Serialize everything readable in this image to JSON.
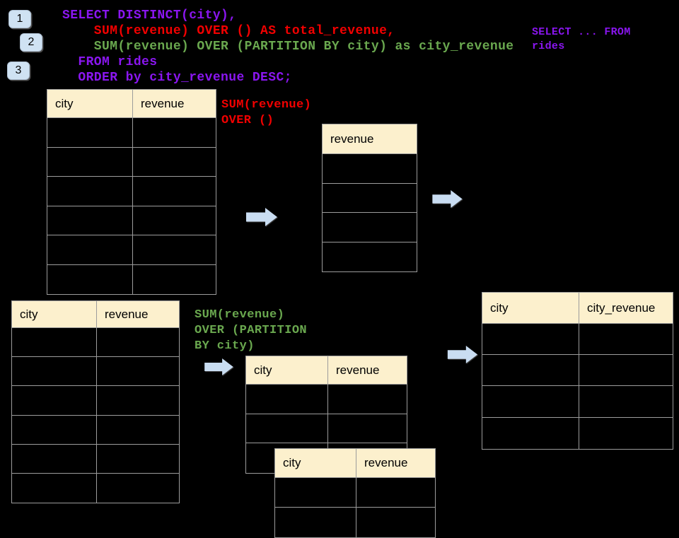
{
  "steps": [
    {
      "number": "1"
    },
    {
      "number": "2"
    },
    {
      "number": "3"
    }
  ],
  "code_block": {
    "line1": "SELECT DISTINCT(city),",
    "line2": "    SUM(revenue) OVER () AS total_revenue,",
    "line3": "    SUM(revenue) OVER (PARTITION BY city) as city_revenue",
    "line4": "  FROM rides",
    "line5": "  ORDER by city_revenue DESC;"
  },
  "side_note": {
    "line1": "SELECT ... FROM",
    "line2": "rides"
  },
  "labels": {
    "total_revenue_fn": {
      "line1": "SUM(revenue)",
      "line2": "OVER ()"
    },
    "city_revenue_fn": {
      "line1": "SUM(revenue)",
      "line2": "OVER (PARTITION",
      "line3": "BY city)"
    }
  },
  "tables": {
    "source_top": {
      "headers": {
        "0": "city",
        "1": "revenue"
      }
    },
    "total_result": {
      "headers": {
        "0": "revenue"
      }
    },
    "source_bottom": {
      "headers": {
        "0": "city",
        "1": "revenue"
      }
    },
    "partition_mid": {
      "headers": {
        "0": "city",
        "1": "revenue"
      }
    },
    "partition_front": {
      "headers": {
        "0": "city",
        "1": "revenue"
      }
    },
    "city_revenue_result": {
      "headers": {
        "0": "city",
        "1": "city_revenue"
      }
    }
  },
  "colors": {
    "keyword_purple": "#8A16F0",
    "total_red": "#F20000",
    "partition_green": "#6AA84F",
    "table_header_bg": "#FCF0CD",
    "grid_line": "#9C9C9C",
    "badge_bg": "#CFE2F3",
    "arrow_fill": "#C9DDF2"
  }
}
